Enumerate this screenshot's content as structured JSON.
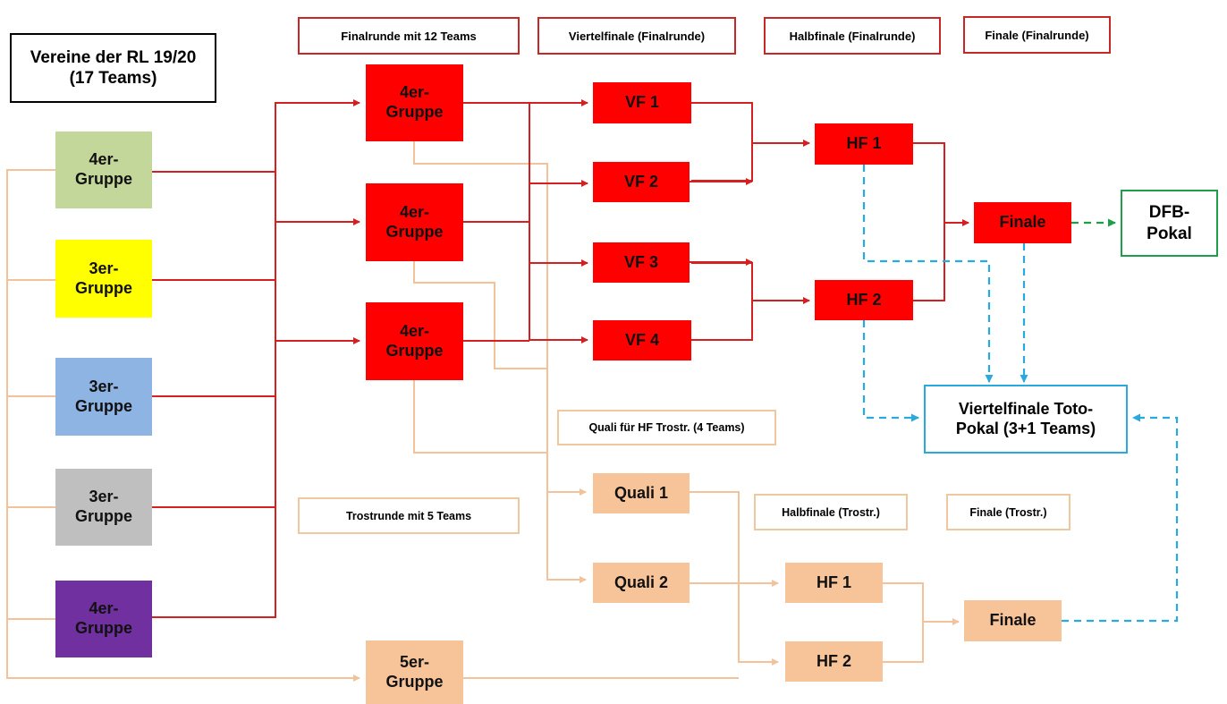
{
  "title_box": "Vereine der RL 19/20\n(17 Teams)",
  "stage_labels": {
    "finalrunde": "Finalrunde mit 12 Teams",
    "viertelfinale": "Viertelfinale (Finalrunde)",
    "halbfinale": "Halbfinale (Finalrunde)",
    "finale": "Finale (Finalrunde)",
    "quali": "Quali für HF Trostr. (4 Teams)",
    "trostrunde": "Trostrunde mit 5 Teams",
    "halbfinale_trostr": "Halbfinale (Trostr.)",
    "finale_trostr": "Finale (Trostr.)"
  },
  "left_groups": [
    {
      "label": "4er-\nGruppe",
      "color": "#c4d79b"
    },
    {
      "label": "3er-\nGruppe",
      "color": "#ffff00"
    },
    {
      "label": "3er-\nGruppe",
      "color": "#8eb4e3"
    },
    {
      "label": "3er-\nGruppe",
      "color": "#bfbfbf"
    },
    {
      "label": "4er-\nGruppe",
      "color": "#7030a0"
    }
  ],
  "final_groups": [
    "4er-\nGruppe",
    "4er-\nGruppe",
    "4er-\nGruppe"
  ],
  "viertelfinale": [
    "VF 1",
    "VF 2",
    "VF 3",
    "VF 4"
  ],
  "halbfinale": [
    "HF 1",
    "HF 2"
  ],
  "finale": "Finale",
  "dfb_pokal": "DFB-\nPokal",
  "toto_pokal": "Viertelfinale Toto-\nPokal (3+1 Teams)",
  "trost_group": "5er-\nGruppe",
  "quali": [
    "Quali 1",
    "Quali 2"
  ],
  "trost_halbfinale": [
    "HF 1",
    "HF 2"
  ],
  "trost_finale": "Finale",
  "colors": {
    "red": "#ff0000",
    "red_line": "#d42020",
    "peach": "#f7c49a",
    "peach_line": "#f4c29a",
    "green_dash": "#1e9e4a",
    "blue_dash": "#29a9de"
  }
}
